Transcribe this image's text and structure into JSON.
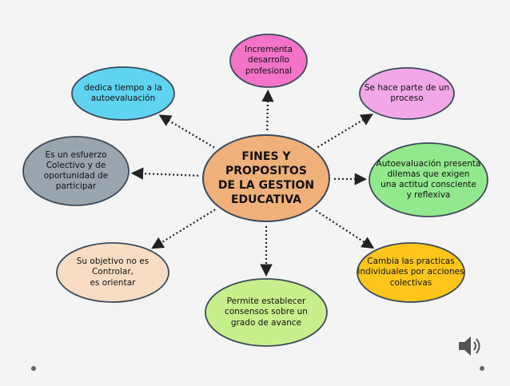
{
  "center": {
    "text": "FINES Y\nPROPOSITOS\nDE LA GESTION\nEDUCATIVA",
    "color": "#f0b07a"
  },
  "nodes": [
    {
      "id": "incrementa",
      "text": "Incrementa\ndesarrollo\nprofesional",
      "color": "#f472c8"
    },
    {
      "id": "parte-proceso",
      "text": "Se hace parte de un\nproceso",
      "color": "#f2a7e8"
    },
    {
      "id": "autoevaluacion",
      "text": "Autoevaluación presenta\ndilemas que exigen\nuna actitud consciente\ny reflexiva",
      "color": "#92e88c"
    },
    {
      "id": "practicas",
      "text": "Cambia las practicas\nindividuales por acciones\ncolectivas",
      "color": "#ffc51a"
    },
    {
      "id": "consensos",
      "text": "Permite establecer\nconsensos sobre un\ngrado de avance",
      "color": "#c7f08c"
    },
    {
      "id": "objetivo",
      "text": "Su objetivo no es\nControlar,\nes orientar",
      "color": "#f9dcc4"
    },
    {
      "id": "esfuerzo",
      "text": "Es un esfuerzo\nColectivo y de\noportunidad de\nparticipar",
      "color": "#9aa4ad"
    },
    {
      "id": "tiempo",
      "text": "dedica tiempo a la\nautoevaluación",
      "color": "#5fd3f0"
    }
  ]
}
